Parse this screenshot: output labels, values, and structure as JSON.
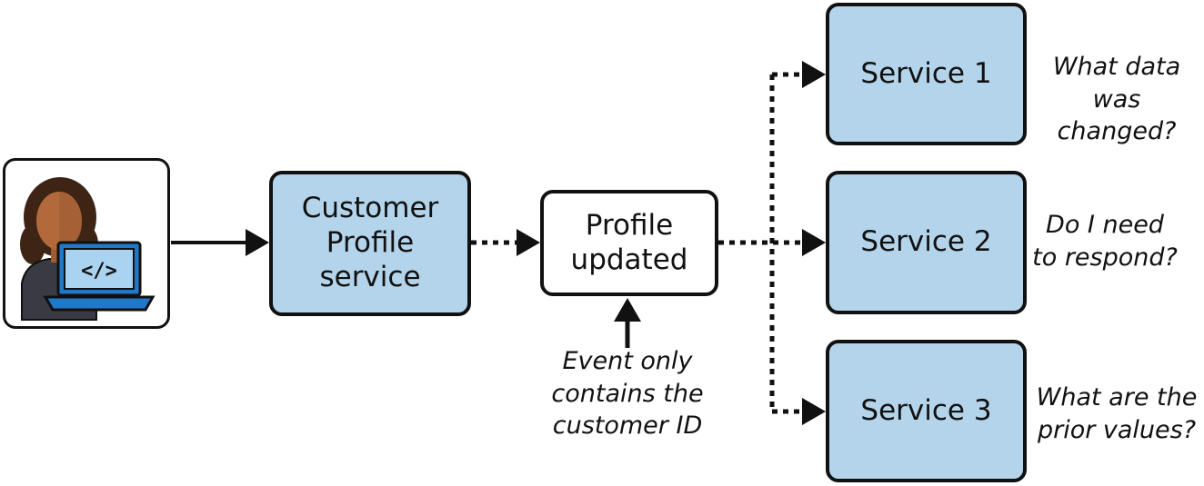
{
  "nodes": {
    "customer_profile_service": "Customer\nProfile\nservice",
    "profile_updated": "Profile\nupdated",
    "service_1": "Service 1",
    "service_2": "Service 2",
    "service_3": "Service 3"
  },
  "annotations": {
    "event_note": "Event only\ncontains the\ncustomer ID",
    "service_1_question": "What data\nwas changed?",
    "service_2_question": "Do I need\nto respond?",
    "service_3_question": "What are the\nprior values?"
  },
  "icons": {
    "actor": "developer-with-laptop-icon",
    "laptop_symbol": "</>"
  },
  "colors": {
    "service_fill": "#b3d4ea",
    "event_fill": "#ffffff",
    "outline": "#111111",
    "laptop_blue": "#1f78c8",
    "skin": "#b26a3c",
    "hair": "#3d2414"
  }
}
